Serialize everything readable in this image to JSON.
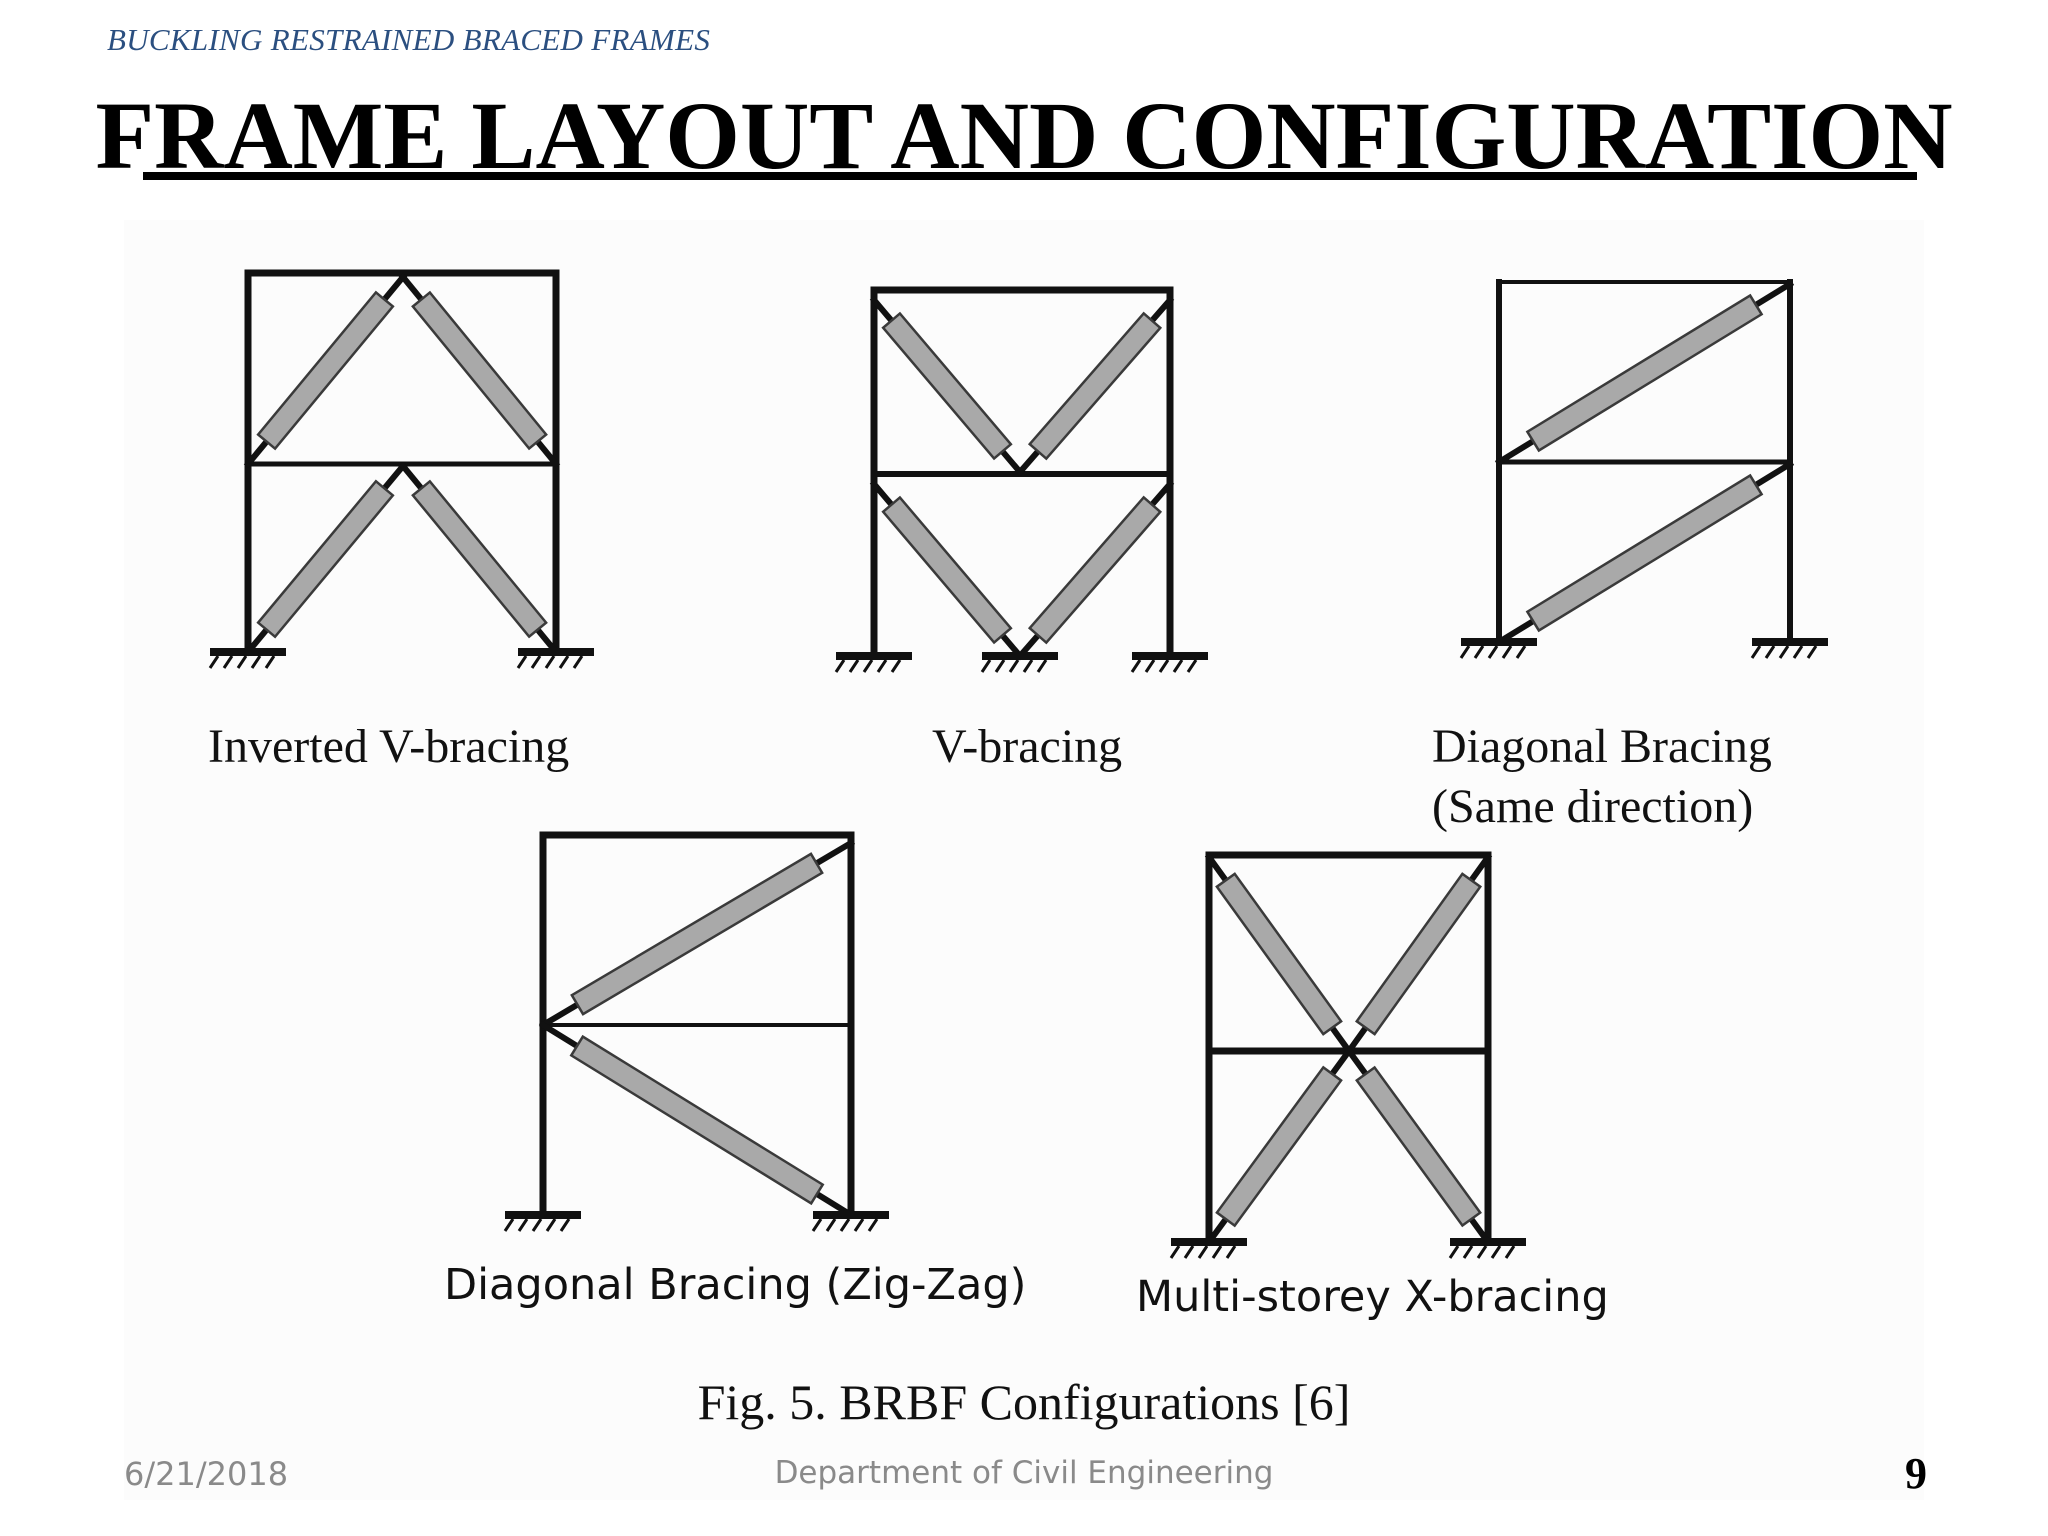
{
  "header": {
    "section": "BUCKLING RESTRAINED BRACED FRAMES"
  },
  "title": "FRAME LAYOUT AND CONFIGURATION",
  "diagrams": [
    {
      "id": "inverted-v",
      "label": "Inverted V-bracing",
      "label2": ""
    },
    {
      "id": "v",
      "label": "V-bracing",
      "label2": ""
    },
    {
      "id": "diagonal-same",
      "label": "Diagonal Bracing",
      "label2": "(Same direction)"
    },
    {
      "id": "zigzag",
      "label": "Diagonal Bracing (Zig-Zag)",
      "label2": ""
    },
    {
      "id": "x",
      "label": "Multi-storey X-bracing",
      "label2": ""
    }
  ],
  "figure_caption": "Fig. 5. BRBF Configurations [6]",
  "footer": {
    "date": "6/21/2018",
    "department": "Department of Civil Engineering",
    "page": "9"
  },
  "colors": {
    "frame": "#111111",
    "brace_fill": "#a9a9a9",
    "brace_stroke": "#3a3a3a",
    "header_text": "#2b4f80"
  }
}
